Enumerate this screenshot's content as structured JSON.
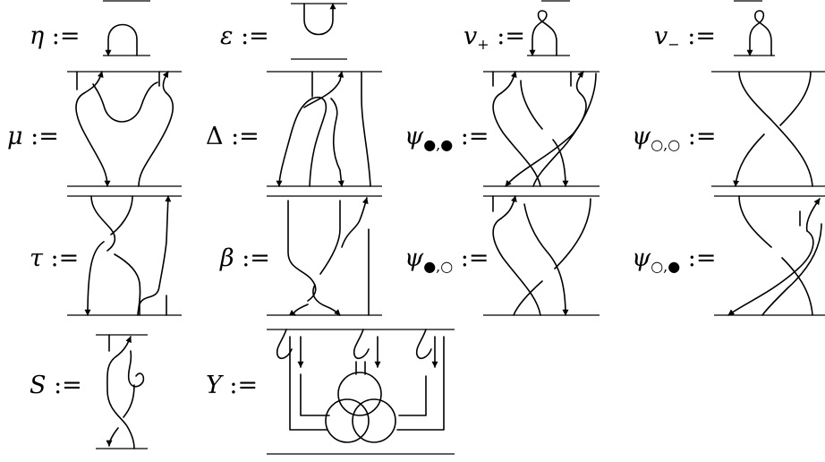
{
  "labels": {
    "eta": {
      "symbol": "η",
      "sub": "",
      "def": " :="
    },
    "epsilon": {
      "symbol": "ε",
      "sub": "",
      "def": " :="
    },
    "v_plus": {
      "symbol": "v",
      "sub": "+",
      "def": " :="
    },
    "v_minus": {
      "symbol": "v",
      "sub": "−",
      "def": " :="
    },
    "mu": {
      "symbol": "μ",
      "sub": "",
      "def": " :="
    },
    "delta": {
      "symbol": "Δ",
      "sub": "",
      "def": " :="
    },
    "psi_bb": {
      "symbol": "ψ",
      "sub": "●,●",
      "def": " :="
    },
    "psi_oo": {
      "symbol": "ψ",
      "sub": "○,○",
      "def": " :="
    },
    "tau": {
      "symbol": "τ",
      "sub": "",
      "def": " :="
    },
    "beta": {
      "symbol": "β",
      "sub": "",
      "def": " :="
    },
    "psi_bo": {
      "symbol": "ψ",
      "sub": "●,○",
      "def": " :="
    },
    "psi_ob": {
      "symbol": "ψ",
      "sub": "○,●",
      "def": " :="
    },
    "s": {
      "symbol": "S",
      "sub": "",
      "def": " :="
    },
    "y": {
      "symbol": "Y",
      "sub": "",
      "def": " :="
    }
  }
}
